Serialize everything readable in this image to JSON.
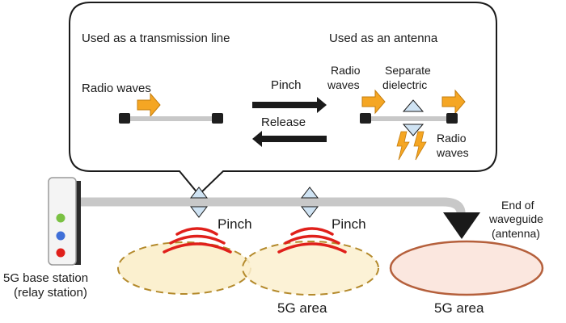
{
  "callout": {
    "transmission_header": "Used as a transmission line",
    "antenna_header": "Used as an antenna",
    "radio_waves_left": "Radio waves",
    "pinch": "Pinch",
    "release": "Release",
    "radio_waves_in": [
      "Radio",
      "waves"
    ],
    "separate_dielectric": [
      "Separate",
      "dielectric"
    ],
    "radio_waves_out": [
      "Radio",
      "waves"
    ]
  },
  "main": {
    "pinch_left": "Pinch",
    "pinch_right": "Pinch",
    "end_of_waveguide": [
      "End of",
      "waveguide",
      "(antenna)"
    ],
    "base_station": [
      "5G base station",
      "(relay station)"
    ],
    "area_left": "5G area",
    "area_right": "5G area"
  },
  "colors": {
    "arrow_orange": "#f5a623",
    "wave_red": "#e0201b",
    "pinch_blue": "#cfe3f3",
    "area_fill": "#fbf0cf",
    "area_stroke": "#b48a2c",
    "antenna_area_fill": "#fbe7df",
    "antenna_area_stroke": "#b5603c",
    "waveguide_gray": "#c8c8c8",
    "led_green": "#7ac143",
    "led_blue": "#3f6fd8",
    "led_red": "#e0201b"
  },
  "icons": [
    "orange-arrow-icon",
    "dielectric-clamp-icon",
    "lightning-icon",
    "radio-wave-arcs-icon",
    "base-station-icon",
    "antenna-triangle-icon"
  ]
}
